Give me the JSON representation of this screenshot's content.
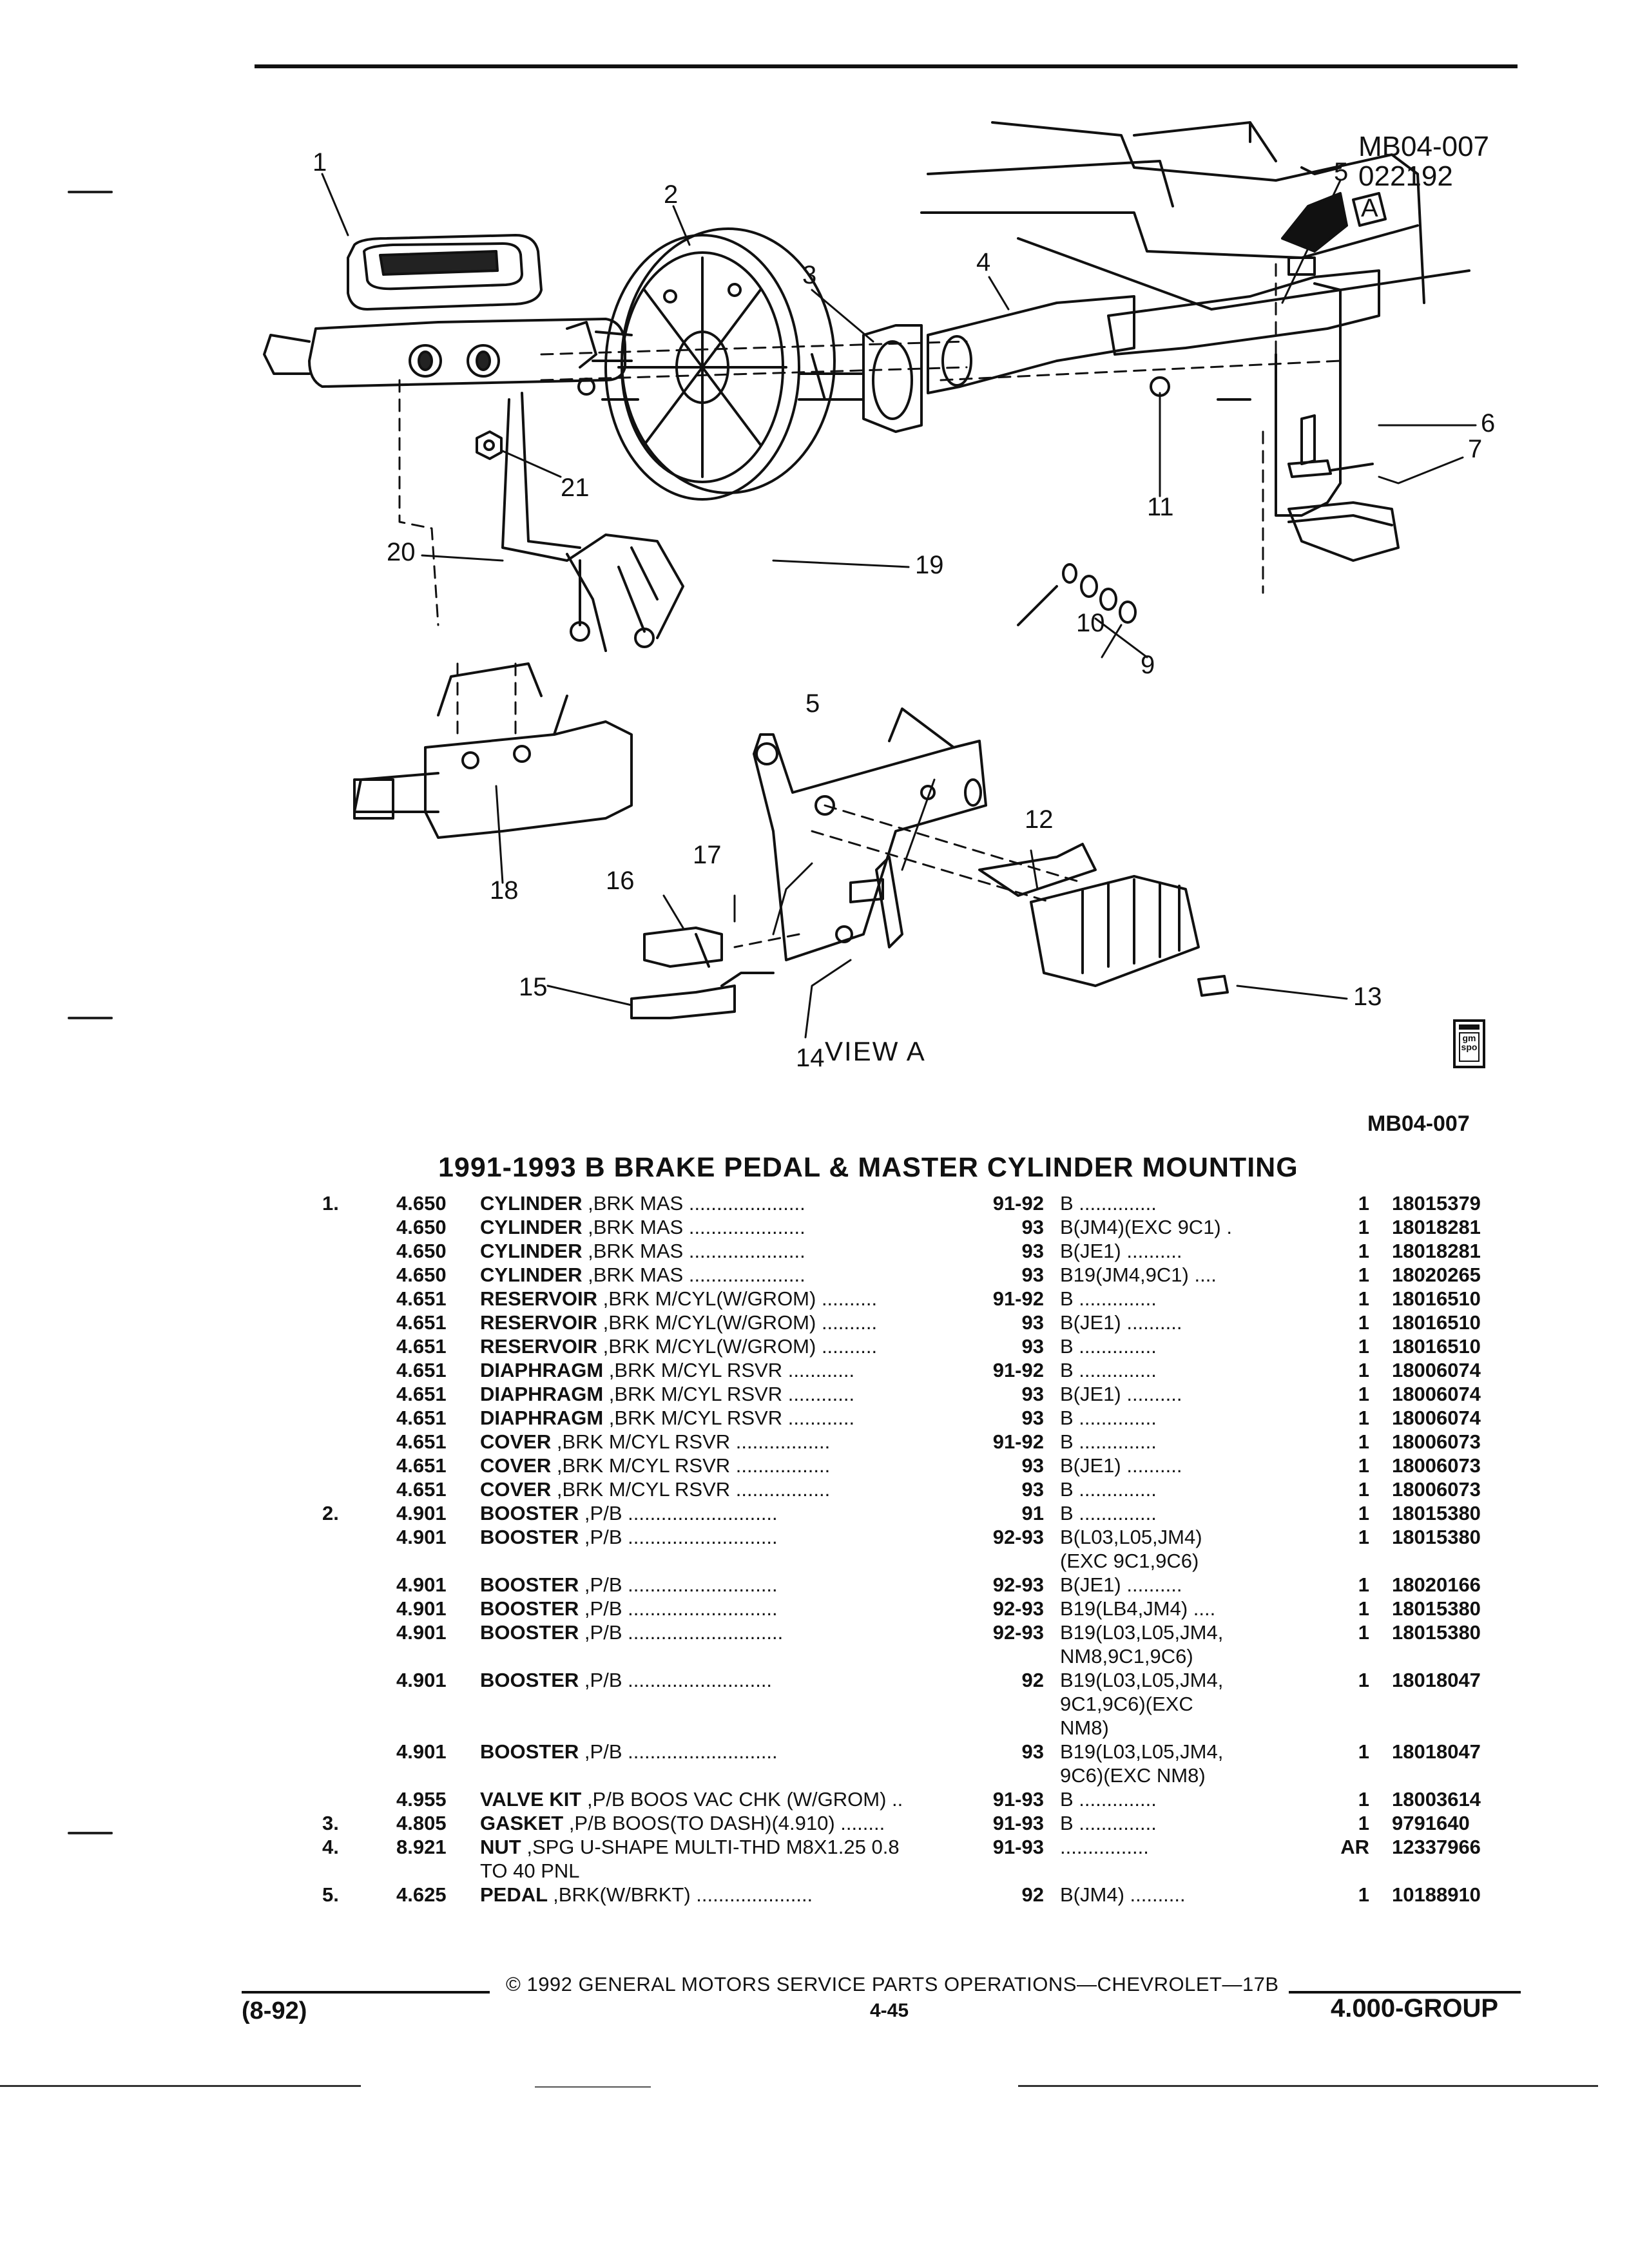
{
  "figure": {
    "code": "MB04-007",
    "date_code": "022192",
    "view_label": "VIEW  A",
    "view_marker": "A",
    "reference": "MB04-007",
    "logo_text": "gm spo",
    "callouts": [
      "1",
      "2",
      "3",
      "4",
      "5",
      "6",
      "7",
      "9",
      "10",
      "11",
      "19",
      "20",
      "21",
      "5",
      "12",
      "13",
      "14",
      "15",
      "16",
      "17",
      "18"
    ]
  },
  "section_title": "1991-1993 B BRAKE PEDAL & MASTER CYLINDER MOUNTING",
  "parts": [
    {
      "idx": "1.",
      "group": "4.650",
      "name": "CYLINDER",
      "detail": ",BRK MAS .....................",
      "years": "91-92",
      "model": "B ..............",
      "qty": "1",
      "part": "18015379"
    },
    {
      "idx": "",
      "group": "4.650",
      "name": "CYLINDER",
      "detail": ",BRK MAS .....................",
      "years": "93",
      "model": "B(JM4)(EXC 9C1) .",
      "qty": "1",
      "part": "18018281"
    },
    {
      "idx": "",
      "group": "4.650",
      "name": "CYLINDER",
      "detail": ",BRK MAS .....................",
      "years": "93",
      "model": "B(JE1) ..........",
      "qty": "1",
      "part": "18018281"
    },
    {
      "idx": "",
      "group": "4.650",
      "name": "CYLINDER",
      "detail": ",BRK MAS .....................",
      "years": "93",
      "model": "B19(JM4,9C1) ....",
      "qty": "1",
      "part": "18020265"
    },
    {
      "idx": "",
      "group": "4.651",
      "name": "RESERVOIR",
      "detail": ",BRK M/CYL(W/GROM) ..........",
      "years": "91-92",
      "model": "B ..............",
      "qty": "1",
      "part": "18016510"
    },
    {
      "idx": "",
      "group": "4.651",
      "name": "RESERVOIR",
      "detail": ",BRK M/CYL(W/GROM) ..........",
      "years": "93",
      "model": "B(JE1) ..........",
      "qty": "1",
      "part": "18016510"
    },
    {
      "idx": "",
      "group": "4.651",
      "name": "RESERVOIR",
      "detail": ",BRK M/CYL(W/GROM) ..........",
      "years": "93",
      "model": "B ..............",
      "qty": "1",
      "part": "18016510"
    },
    {
      "idx": "",
      "group": "4.651",
      "name": "DIAPHRAGM",
      "detail": ",BRK M/CYL RSVR ............",
      "years": "91-92",
      "model": "B ..............",
      "qty": "1",
      "part": "18006074"
    },
    {
      "idx": "",
      "group": "4.651",
      "name": "DIAPHRAGM",
      "detail": ",BRK M/CYL RSVR ............",
      "years": "93",
      "model": "B(JE1) ..........",
      "qty": "1",
      "part": "18006074"
    },
    {
      "idx": "",
      "group": "4.651",
      "name": "DIAPHRAGM",
      "detail": ",BRK M/CYL RSVR ............",
      "years": "93",
      "model": "B ..............",
      "qty": "1",
      "part": "18006074"
    },
    {
      "idx": "",
      "group": "4.651",
      "name": "COVER",
      "detail": ",BRK M/CYL RSVR .................",
      "years": "91-92",
      "model": "B ..............",
      "qty": "1",
      "part": "18006073"
    },
    {
      "idx": "",
      "group": "4.651",
      "name": "COVER",
      "detail": ",BRK M/CYL RSVR .................",
      "years": "93",
      "model": "B(JE1) ..........",
      "qty": "1",
      "part": "18006073"
    },
    {
      "idx": "",
      "group": "4.651",
      "name": "COVER",
      "detail": ",BRK M/CYL RSVR .................",
      "years": "93",
      "model": "B ..............",
      "qty": "1",
      "part": "18006073"
    },
    {
      "idx": "2.",
      "group": "4.901",
      "name": "BOOSTER",
      "detail": ",P/B ...........................",
      "years": "91",
      "model": "B ..............",
      "qty": "1",
      "part": "18015380"
    },
    {
      "idx": "",
      "group": "4.901",
      "name": "BOOSTER",
      "detail": ",P/B ...........................",
      "years": "92-93",
      "model": "B(L03,L05,JM4)",
      "qty": "1",
      "part": "18015380"
    },
    {
      "cont": true,
      "model": "(EXC 9C1,9C6)"
    },
    {
      "idx": "",
      "group": "4.901",
      "name": "BOOSTER",
      "detail": ",P/B ...........................",
      "years": "92-93",
      "model": "B(JE1) ..........",
      "qty": "1",
      "part": "18020166"
    },
    {
      "idx": "",
      "group": "4.901",
      "name": "BOOSTER",
      "detail": ",P/B ...........................",
      "years": "92-93",
      "model": "B19(LB4,JM4) ....",
      "qty": "1",
      "part": "18015380"
    },
    {
      "idx": "",
      "group": "4.901",
      "name": "BOOSTER",
      "detail": ",P/B ............................",
      "years": "92-93",
      "model": "B19(L03,L05,JM4,",
      "qty": "1",
      "part": "18015380"
    },
    {
      "cont": true,
      "model": "NM8,9C1,9C6)"
    },
    {
      "idx": "",
      "group": "4.901",
      "name": "BOOSTER",
      "detail": ",P/B ..........................",
      "years": "92",
      "model": "B19(L03,L05,JM4,",
      "qty": "1",
      "part": "18018047"
    },
    {
      "cont": true,
      "model": "9C1,9C6)(EXC"
    },
    {
      "cont": true,
      "model": "NM8)"
    },
    {
      "idx": "",
      "group": "4.901",
      "name": "BOOSTER",
      "detail": ",P/B ...........................",
      "years": "93",
      "model": "B19(L03,L05,JM4,",
      "qty": "1",
      "part": "18018047"
    },
    {
      "cont": true,
      "model": "9C6)(EXC NM8)"
    },
    {
      "idx": "",
      "group": "4.955",
      "name": "VALVE KIT",
      "detail": ",P/B BOOS VAC CHK (W/GROM) ..",
      "years": "91-93",
      "model": "B ..............",
      "qty": "1",
      "part": "18003614"
    },
    {
      "idx": "3.",
      "group": "4.805",
      "name": "GASKET",
      "detail": ",P/B BOOS(TO DASH)(4.910) ........",
      "years": "91-93",
      "model": "B ..............",
      "qty": "1",
      "part": "9791640"
    },
    {
      "idx": "4.",
      "group": "8.921",
      "name": "NUT",
      "detail": ",SPG U-SHAPE MULTI-THD M8X1.25 0.8",
      "years": "91-93",
      "model": "  ................",
      "qty": "AR",
      "part": "12337966"
    },
    {
      "cont": true,
      "desc": "TO 40 PNL"
    },
    {
      "idx": "5.",
      "group": "4.625",
      "name": "PEDAL",
      "detail": ",BRK(W/BRKT) .....................",
      "years": "92",
      "model": "B(JM4) ..........",
      "qty": "1",
      "part": "10188910"
    }
  ],
  "footer": {
    "date": "(8-92)",
    "copyright": "©  1992  GENERAL MOTORS SERVICE PARTS OPERATIONS—CHEVROLET—17B",
    "page": "4-45",
    "group": "4.000-GROUP"
  }
}
